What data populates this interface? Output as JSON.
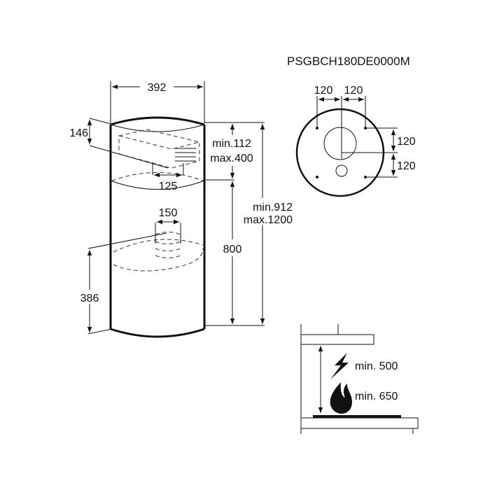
{
  "title": "PSGBCH180DE0000M",
  "side_view": {
    "width": "392",
    "duct_height": "146",
    "duct_outlet": "125",
    "upper_min": "min.112",
    "upper_max": "max.400",
    "lower": "800",
    "total_min": "min.912",
    "total_max": "max.1200",
    "outlet": "150",
    "bottom_outlet_height": "386"
  },
  "top_view": {
    "h_left": "120",
    "h_right": "120",
    "v_top": "120",
    "v_bottom": "120"
  },
  "clearance": {
    "electric": "min. 500",
    "gas": "min. 650",
    "icons": [
      "lightning-icon",
      "flame-icon"
    ]
  }
}
